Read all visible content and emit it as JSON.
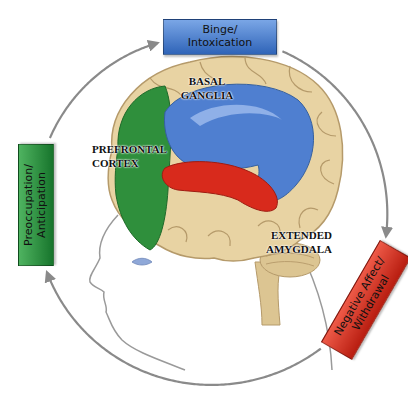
{
  "diagram": {
    "nodes": [
      {
        "text": [
          "Binge/ Intoxication"
        ]
      },
      {
        "text": [
          "Negative Affect/ Withdrawal"
        ]
      },
      {
        "text": [
          "Preoccupation/ Anticipation"
        ]
      }
    ],
    "edges": [
      {
        "from": 0,
        "to": 1,
        "arrow": "to"
      },
      {
        "from": 1,
        "to": 2,
        "arrow": "to"
      },
      {
        "from": 2,
        "to": 0,
        "arrow": "to"
      }
    ],
    "labels": [
      "BASAL GANGLIA",
      "PREFRONTAL CORTEX",
      "EXTENDED AMYGDALA"
    ]
  }
}
